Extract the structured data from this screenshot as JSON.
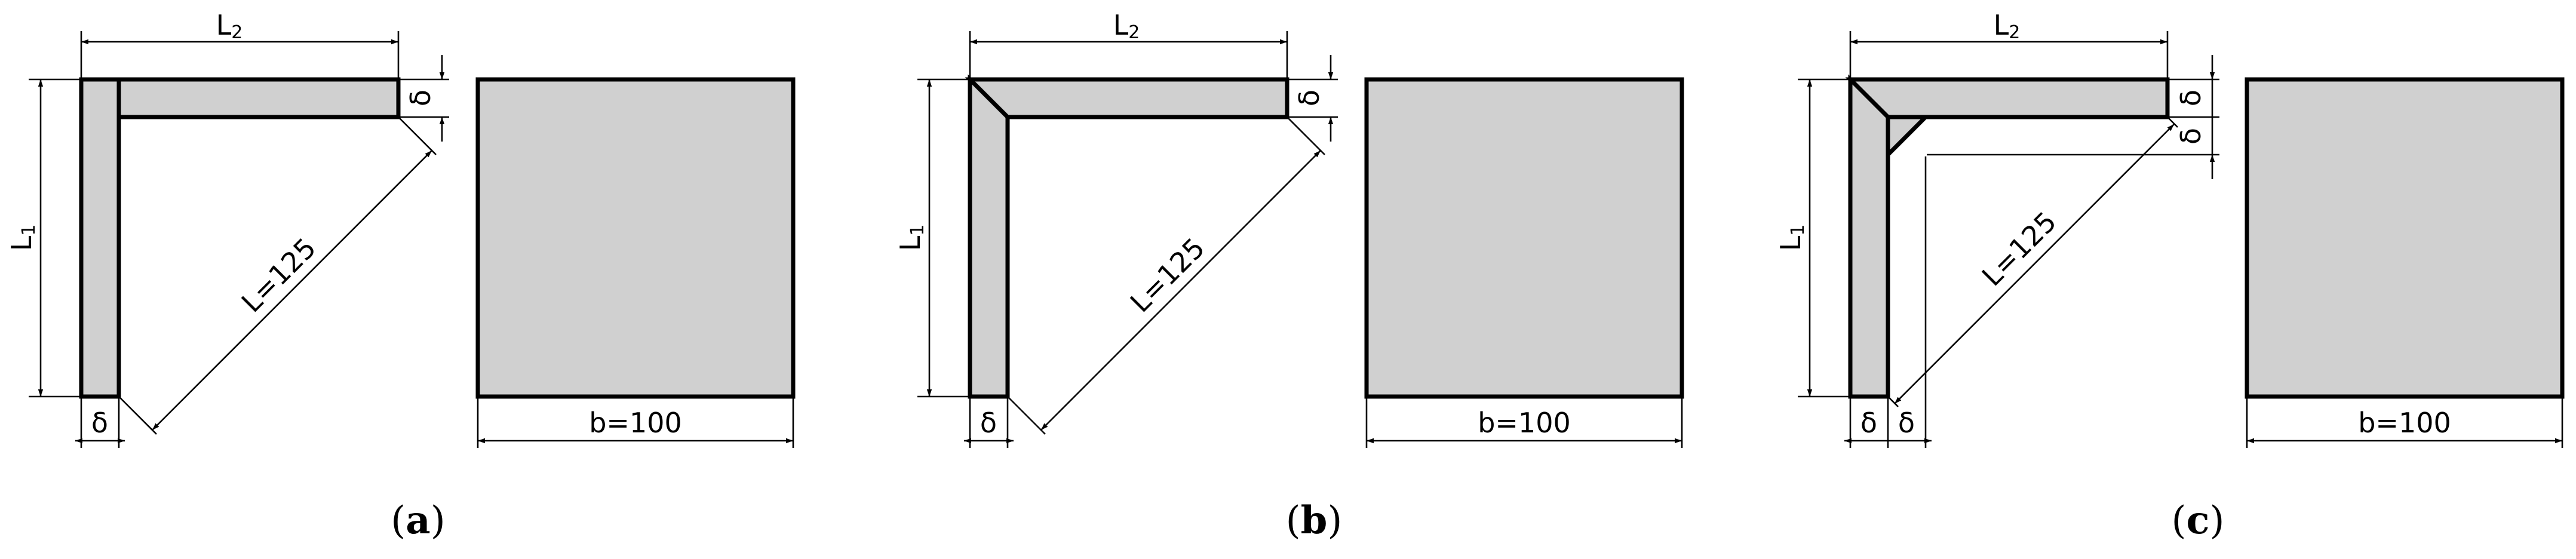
{
  "panels": [
    {
      "id": "a",
      "caption_letter": "a",
      "labels": {
        "L2_main": "L",
        "L2_sub": "2",
        "L1_main": "L",
        "L1_sub": "1",
        "diag": "L=125",
        "delta_top": "δ",
        "delta_bottom": "δ",
        "width": "b=100"
      }
    },
    {
      "id": "b",
      "caption_letter": "b",
      "labels": {
        "L2_main": "L",
        "L2_sub": "2",
        "L1_main": "L",
        "L1_sub": "1",
        "diag": "L=125",
        "delta_top": "δ",
        "delta_bottom": "δ",
        "width": "b=100"
      }
    },
    {
      "id": "c",
      "caption_letter": "c",
      "labels": {
        "L2_main": "L",
        "L2_sub": "2",
        "L1_main": "L",
        "L1_sub": "1",
        "diag": "L=125",
        "delta_top_1": "δ",
        "delta_top_2": "δ",
        "delta_bottom_1": "δ",
        "delta_bottom_2": "δ",
        "width": "b=100"
      }
    }
  ],
  "caption_open": "(",
  "caption_close": ")",
  "colors": {
    "fill": "#d0d0d0",
    "stroke": "#000000"
  }
}
